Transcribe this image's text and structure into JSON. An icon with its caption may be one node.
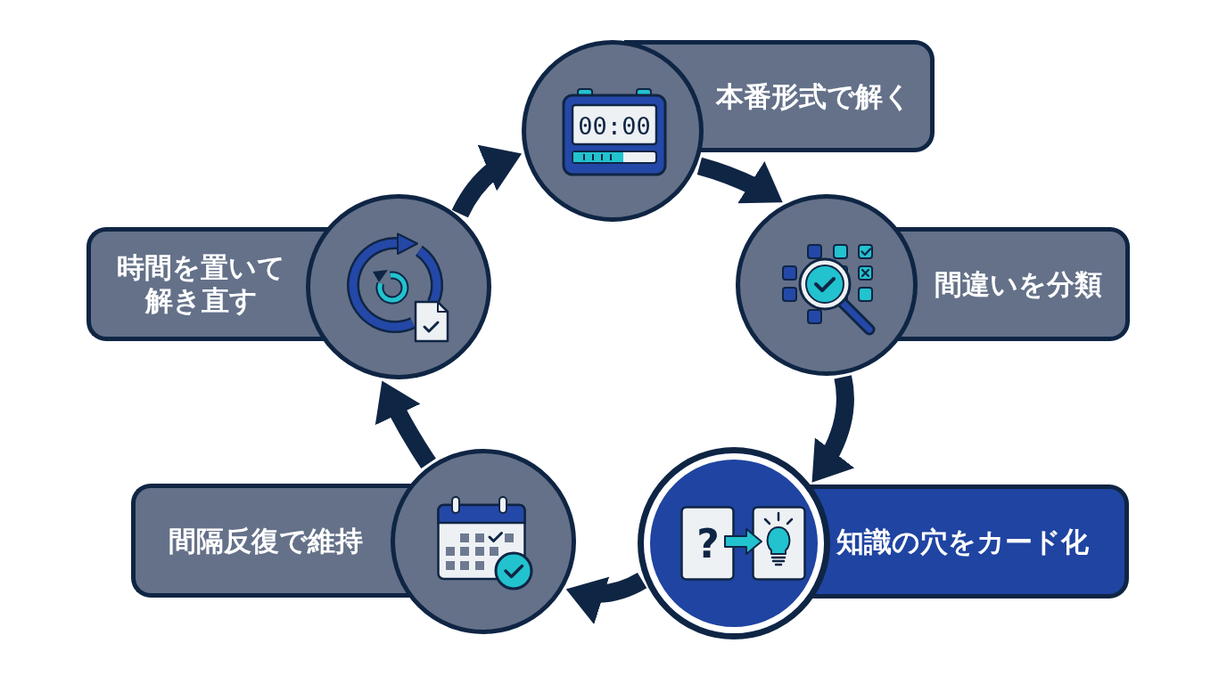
{
  "diagram": {
    "nodes": [
      {
        "text": [],
        "shape": "circle"
      },
      {
        "text": [
          "本番形式で解く"
        ]
      },
      {
        "text": [],
        "shape": "circle"
      },
      {
        "text": [
          "間違いを分類"
        ]
      },
      {
        "text": [],
        "shape": "circle"
      },
      {
        "text": [
          "知識の穴をカード化"
        ]
      },
      {
        "text": [],
        "shape": "circle"
      },
      {
        "text": [
          "間隔反復で維持"
        ]
      },
      {
        "text": [],
        "shape": "circle"
      },
      {
        "text": [
          "時間を置いて解き直す"
        ]
      }
    ],
    "edges": [
      {
        "from": 0,
        "to": 2,
        "arrow": "to"
      },
      {
        "from": 2,
        "to": 4,
        "arrow": "to"
      },
      {
        "from": 4,
        "to": 6,
        "arrow": "to"
      },
      {
        "from": 6,
        "to": 8,
        "arrow": "to"
      },
      {
        "from": 8,
        "to": 0,
        "arrow": "to"
      }
    ],
    "labels": [
      "00:00",
      "?"
    ]
  }
}
